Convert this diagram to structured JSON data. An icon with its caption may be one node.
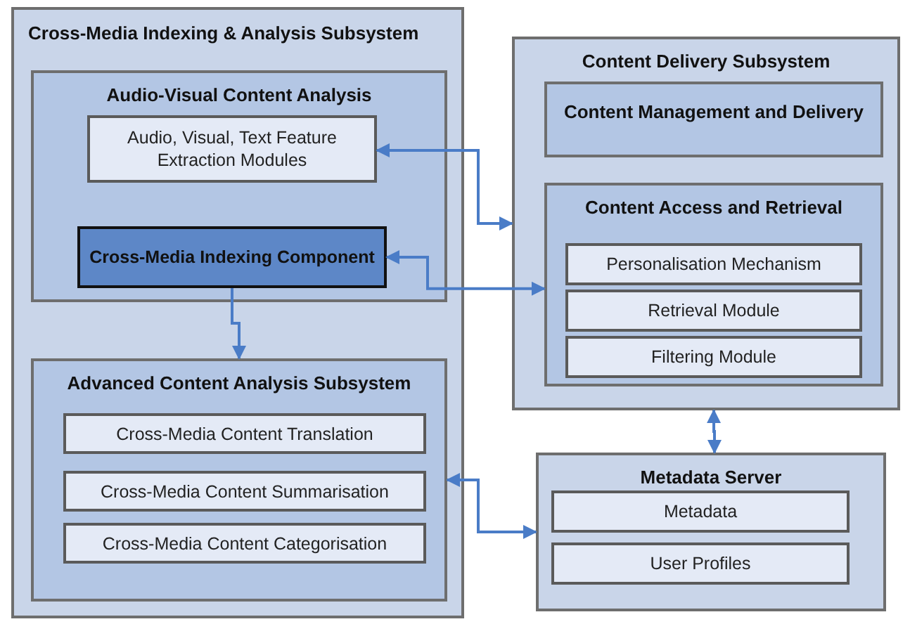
{
  "diagram": {
    "nodes": [
      {
        "text": [
          "Cross-Media Indexing & Analysis Subsystem"
        ]
      },
      {
        "text": [
          "Audio-Visual Content Analysis"
        ],
        "in": 0
      },
      {
        "text": [
          "Audio, Visual, Text Feature Extraction Modules"
        ],
        "in": 1
      },
      {
        "text": [
          "Cross-Media Indexing Component"
        ],
        "in": 1
      },
      {
        "text": [
          "Advanced Content Analysis Subsystem"
        ],
        "in": 0
      },
      {
        "text": [
          "Cross-Media Content Translation"
        ],
        "in": 4
      },
      {
        "text": [
          "Cross-Media Content Summarisation"
        ],
        "in": 4
      },
      {
        "text": [
          "Cross-Media Content Categorisation"
        ],
        "in": 4
      },
      {
        "text": [
          "Content Delivery Subsystem"
        ]
      },
      {
        "text": [
          "Content Management and Delivery"
        ],
        "in": 8
      },
      {
        "text": [
          "Content Access and Retrieval"
        ],
        "in": 8
      },
      {
        "text": [
          "Personalisation Mechanism"
        ],
        "in": 10
      },
      {
        "text": [
          "Retrieval Module"
        ],
        "in": 10
      },
      {
        "text": [
          "Filtering Module"
        ],
        "in": 10
      },
      {
        "text": [
          "Metadata Server"
        ]
      },
      {
        "text": [
          "Metadata"
        ],
        "in": 14
      },
      {
        "text": [
          "User Profiles"
        ],
        "in": 14
      }
    ],
    "edges": [
      {
        "from": 2,
        "to": 8,
        "arrow": "both"
      },
      {
        "from": 3,
        "to": 10,
        "arrow": "both"
      },
      {
        "from": 3,
        "to": 4,
        "arrow": "to"
      },
      {
        "from": 8,
        "to": 14,
        "arrow": "both"
      },
      {
        "from": 4,
        "to": 14,
        "arrow": "both"
      }
    ]
  }
}
